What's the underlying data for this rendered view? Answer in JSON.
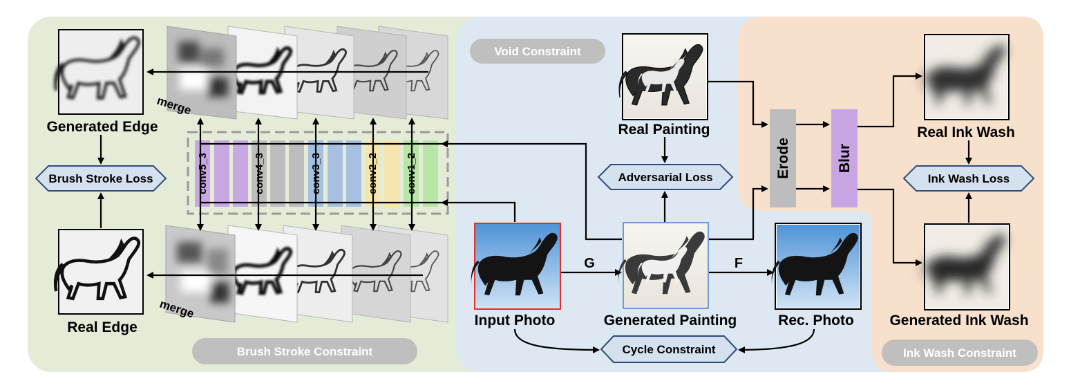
{
  "colors": {
    "green_panel": "#e4ecd7",
    "blue_panel": "#dde8f3",
    "peach_panel": "#f7e0cc",
    "pill": "#bfbfbf",
    "hexagon_fill": "#d6e1ef",
    "hexagon_stroke": "#2f4c78",
    "erode": "#bdbdbd",
    "blur": "#c9a6e3"
  },
  "left_panel": {
    "generated_edge": "Generated Edge",
    "real_edge": "Real Edge",
    "brush_stroke_loss": "Brush Stroke Loss",
    "merge_top": "merge",
    "merge_bottom": "merge",
    "constraint": "Brush Stroke Constraint",
    "layers": [
      {
        "label": "conv5_3",
        "color": "#c7a8e2"
      },
      {
        "label": "conv4_3",
        "color": "#bdbdbd"
      },
      {
        "label": "conv3_3",
        "color": "#a8c0e0"
      },
      {
        "label": "conv2_2",
        "color": "#f6e6ad"
      },
      {
        "label": "conv1_2",
        "color": "#b7e6a6"
      }
    ]
  },
  "middle_panel": {
    "void_constraint": "Void Constraint",
    "real_painting": "Real Painting",
    "adversarial_loss": "Adversarial Loss",
    "input_photo": "Input Photo",
    "generated_painting": "Generated Painting",
    "rec_photo": "Rec. Photo",
    "g": "G",
    "f": "F",
    "cycle_constraint": "Cycle Constraint"
  },
  "right_panel": {
    "erode": "Erode",
    "blur": "Blur",
    "real_ink_wash": "Real Ink Wash",
    "generated_ink_wash": "Generated Ink Wash",
    "ink_wash_loss": "Ink Wash Loss",
    "constraint": "Ink Wash Constraint"
  }
}
